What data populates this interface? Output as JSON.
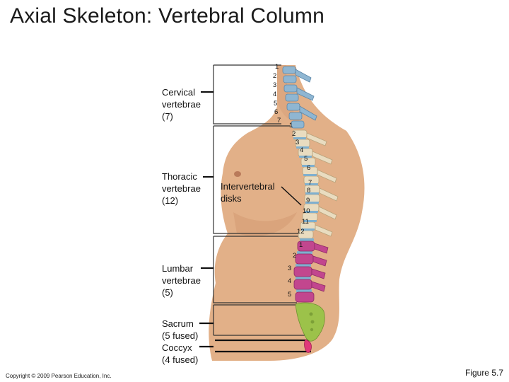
{
  "title": "Axial Skeleton: Vertebral Column",
  "labels": {
    "cervical": [
      "Cervical",
      "vertebrae",
      "(7)"
    ],
    "thoracic": [
      "Thoracic",
      "vertebrae",
      "(12)"
    ],
    "intervertebral": [
      "Intervertebral",
      "disks"
    ],
    "lumbar": [
      "Lumbar",
      "vertebrae",
      "(5)"
    ],
    "sacrum": [
      "Sacrum",
      "(5 fused)"
    ],
    "coccyx": [
      "Coccyx",
      "(4 fused)"
    ]
  },
  "cervical_numbers": [
    "1",
    "2",
    "3",
    "4",
    "5",
    "6",
    "7"
  ],
  "thoracic_numbers": [
    "1",
    "2",
    "3",
    "4",
    "5",
    "6",
    "7",
    "8",
    "9",
    "10",
    "11",
    "12"
  ],
  "lumbar_numbers": [
    "1",
    "2",
    "3",
    "4",
    "5"
  ],
  "copyright": "Copyright © 2009 Pearson Education, Inc.",
  "figure": "Figure 5.7",
  "colors": {
    "cervical": "#8fb6d2",
    "thoracic": "#e9dcc0",
    "lumbar": "#c2468e",
    "sacrum": "#9cc24a",
    "coccyx": "#e0397a",
    "disk": "#7fb0cf",
    "skin": "#e2b088"
  }
}
